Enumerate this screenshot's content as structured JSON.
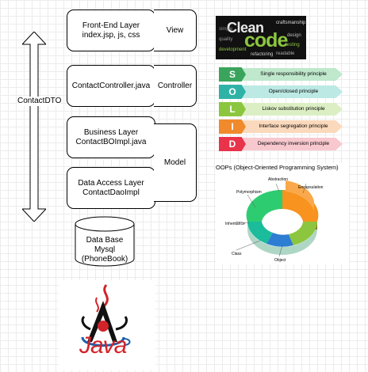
{
  "left_arrow_label": "ContactDTO",
  "layers": {
    "frontend": {
      "line1": "Front-End Layer",
      "line2": "index.jsp, js, css"
    },
    "controller": {
      "line1": "ContactController.java"
    },
    "business": {
      "line1": "Business Layer",
      "line2": "ContactBOImpl.java"
    },
    "dataaccess": {
      "line1": "Data Access Layer",
      "line2": "ContactDaoImpl"
    }
  },
  "tiers": {
    "view": "View",
    "controller": "Controller",
    "model": "Model"
  },
  "database": {
    "line1": "Data Base",
    "line2": "Mysql",
    "line3": "(PhoneBook)"
  },
  "clean_code_image": {
    "title_words": [
      "Clean",
      "code"
    ],
    "small_words": [
      "craftsmanship",
      "development",
      "design",
      "quality",
      "refactoring",
      "testing",
      "readable",
      "simple"
    ],
    "colors": {
      "background": "#111111",
      "clean": "#e8e8e8",
      "code": "#8cc63f"
    }
  },
  "solid": [
    {
      "letter": "S",
      "text": "Single responsibility principle",
      "color": "#3aa45c",
      "band": "#bfe8cc"
    },
    {
      "letter": "O",
      "text": "Open/closed principle",
      "color": "#2fb3a6",
      "band": "#bce9e4"
    },
    {
      "letter": "L",
      "text": "Liskov substitution principle",
      "color": "#8cc63f",
      "band": "#dcefc4"
    },
    {
      "letter": "I",
      "text": "Interface segregation principle",
      "color": "#f08a2c",
      "band": "#fbd9bc"
    },
    {
      "letter": "D",
      "text": "Dependency inversion principle",
      "color": "#e8334a",
      "band": "#f8c8cf"
    }
  ],
  "oops": {
    "title": "OOPs (Object-Oriented Programming System)",
    "labels": {
      "abstraction": "Abstraction",
      "encapsulation": "Encapsulation",
      "polymorphism": "Polymorphism",
      "inheritance": "Inheritance",
      "class": "Class",
      "object": "Object"
    },
    "colors": {
      "orange": "#f7931e",
      "green": "#2ecc71",
      "teal": "#1abc9c",
      "blue": "#2d7dd2",
      "lightgreen": "#8cc63f"
    }
  },
  "java_logo": {
    "text": "Java",
    "colors": {
      "text": "#d2232a",
      "steam": "#d2232a",
      "cup": "#1f5fa8"
    }
  }
}
